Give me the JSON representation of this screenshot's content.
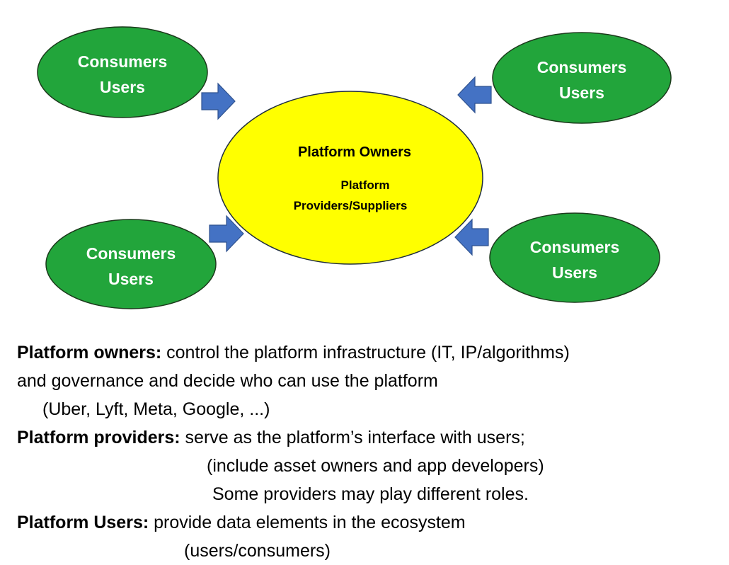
{
  "diagram": {
    "center": {
      "title": "Platform Owners",
      "line2": "Platform",
      "line3": "Providers/Suppliers",
      "fill": "#ffff00"
    },
    "consumers": [
      {
        "line1": "Consumers",
        "line2": "Users"
      },
      {
        "line1": "Consumers",
        "line2": "Users"
      },
      {
        "line1": "Consumers",
        "line2": "Users"
      },
      {
        "line1": "Consumers",
        "line2": "Users"
      }
    ],
    "colors": {
      "consumer_fill": "#22a53b",
      "consumer_stroke": "#1c3a1c",
      "arrow_fill": "#4472c4",
      "arrow_stroke": "#2f528f"
    }
  },
  "legend": {
    "owners_term": "Platform owners:",
    "owners_text": " control the platform infrastructure (IT, IP/algorithms)",
    "owners_line2": "and governance and decide who can use the platform",
    "owners_examples": "(Uber, Lyft, Meta, Google, ...)",
    "providers_term": "Platform providers:",
    "providers_text": " serve as the platform’s interface with users;",
    "providers_line2": "(include asset owners and app developers)",
    "providers_line3": "Some providers may play different roles.",
    "users_term": "Platform Users:",
    "users_text": " provide data elements in the ecosystem",
    "users_line2": "(users/consumers)"
  }
}
